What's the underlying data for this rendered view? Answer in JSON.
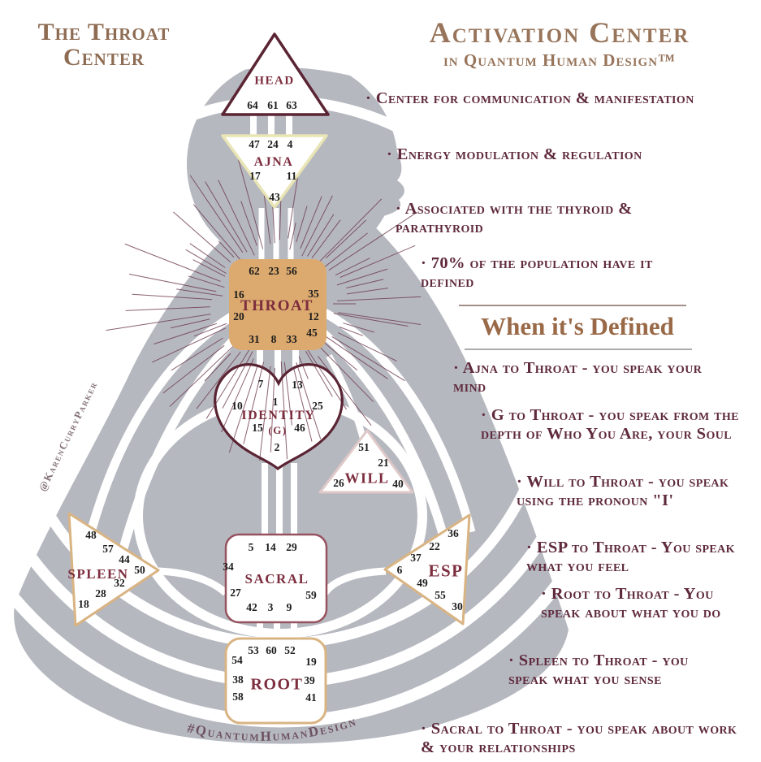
{
  "left_title": {
    "line1": "The Throat",
    "line2": "Center"
  },
  "right": {
    "title": "Activation Center",
    "subtitle": "in Quantum Human Design™",
    "bullets": [
      "· Center for communication & manifestation",
      "· Energy modulation & regulation",
      "· Associated with the thyroid & parathyroid",
      "· 70% of the population have it defined"
    ],
    "defined_heading": "When it's Defined",
    "defined_bullets": [
      "· Ajna to Throat - you speak your mind",
      "· G to Throat - you speak from the depth of Who You Are, your Soul",
      "· Will to Throat - you speak using the pronoun \"I'",
      "· ESP to Throat - You speak what you feel",
      "· Root to Throat - You speak about what you do",
      "· Spleen to Throat - you speak what you sense",
      "· Sacral to Throat - you speak about work & your relationships"
    ]
  },
  "graph": {
    "head": {
      "label": "HEAD",
      "gates": [
        "64",
        "61",
        "63"
      ]
    },
    "ajna": {
      "label": "AJNA",
      "gates": [
        "47",
        "24",
        "4",
        "17",
        "11",
        "43"
      ]
    },
    "throat": {
      "label": "THROAT",
      "gates": [
        "62",
        "23",
        "56",
        "16",
        "35",
        "20",
        "12",
        "45",
        "31",
        "8",
        "33"
      ]
    },
    "identity": {
      "label": "IDENTITY",
      "sublabel": "(G)",
      "gates": [
        "7",
        "13",
        "10",
        "1",
        "25",
        "15",
        "46",
        "2"
      ]
    },
    "will": {
      "label": "WILL",
      "gates": [
        "51",
        "21",
        "26",
        "40"
      ]
    },
    "spleen": {
      "label": "SPLEEN",
      "gates": [
        "48",
        "57",
        "44",
        "50",
        "32",
        "28",
        "18"
      ]
    },
    "sacral": {
      "label": "SACRAL",
      "gates": [
        "5",
        "14",
        "29",
        "34",
        "27",
        "59",
        "42",
        "3",
        "9"
      ]
    },
    "esp": {
      "label": "ESP",
      "gates": [
        "36",
        "22",
        "37",
        "6",
        "49",
        "55",
        "30"
      ]
    },
    "root": {
      "label": "ROOT",
      "gates": [
        "53",
        "60",
        "52",
        "54",
        "19",
        "38",
        "39",
        "58",
        "41"
      ]
    }
  },
  "watermark": "@KarenCurryParker",
  "hashtag": "#QuantumHumanDesign",
  "colors": {
    "accent_brown": "#8e6c53",
    "burgundy_text": "#5f2a3c",
    "throat_fill": "#dcaa6f",
    "body_gray": "#b6b8c0",
    "maroon_outline": "#5a2433",
    "tan_border": "#d9b483"
  }
}
